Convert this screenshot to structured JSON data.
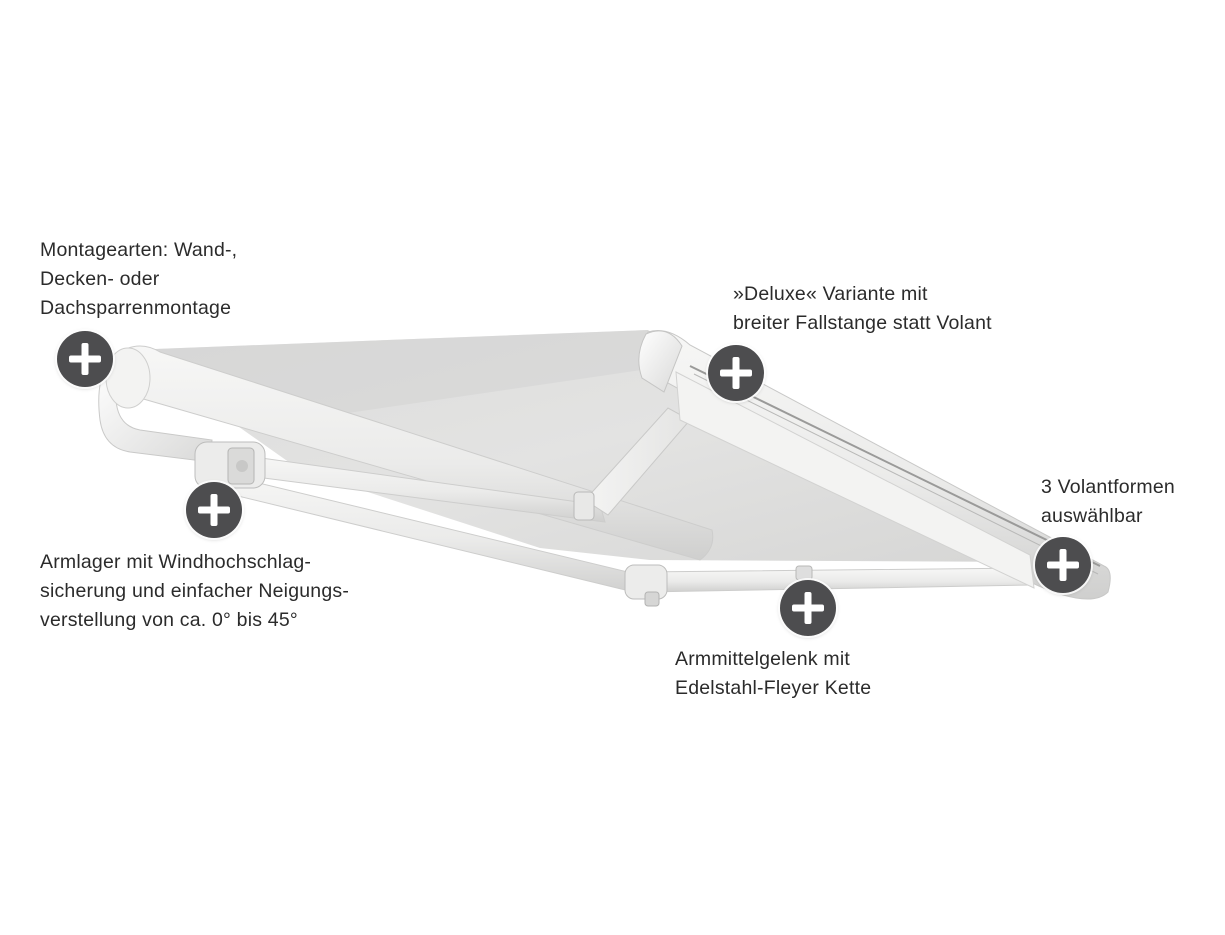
{
  "hotspot_color": "#4d4d4f",
  "hotspot_icon": "plus-icon",
  "hotspots": {
    "mount": {
      "lines": [
        "Montagearten: Wand-,",
        "Decken- oder",
        "Dachsparrenmontage"
      ]
    },
    "deluxe": {
      "lines": [
        "»Deluxe« Variante mit",
        "breiter Fallstange statt Volant"
      ]
    },
    "valance": {
      "lines": [
        "3 Volantformen",
        "auswählbar"
      ]
    },
    "bearing": {
      "lines": [
        "Armlager mit Windhochschlag-",
        "sicherung und einfacher Neigungs-",
        "verstellung von ca. 0° bis 45°"
      ]
    },
    "joint": {
      "lines": [
        "Armmittelgelenk mit",
        "Edelstahl-Fleyer Kette"
      ]
    }
  }
}
